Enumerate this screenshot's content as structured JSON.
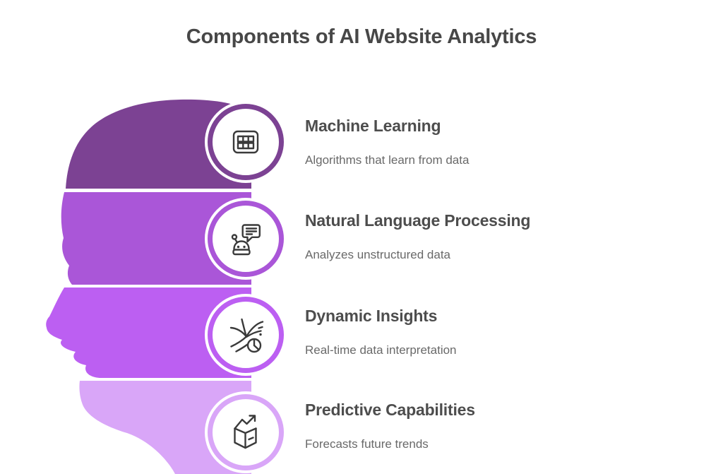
{
  "title": "Components of AI Website Analytics",
  "colors": {
    "background": "#ffffff",
    "title_text": "#474747",
    "heading_text": "#4d4d4d",
    "subtitle_text": "#696969",
    "icon_stroke": "#3a3a3a",
    "badge_fill": "#ffffff"
  },
  "items": [
    {
      "title": "Machine Learning",
      "subtitle": "Algorithms that learn from data",
      "icon": "table-grid-icon",
      "color": "#7c4293"
    },
    {
      "title": "Natural Language Processing",
      "subtitle": "Analyzes unstructured data",
      "icon": "robot-chat-icon",
      "color": "#aa56d8"
    },
    {
      "title": "Dynamic Insights",
      "subtitle": "Real-time data interpretation",
      "icon": "wind-pie-chart-icon",
      "color": "#bc5ff2"
    },
    {
      "title": "Predictive Capabilities",
      "subtitle": "Forecasts future trends",
      "icon": "box-trend-arrow-icon",
      "color": "#d9a6f8"
    }
  ]
}
